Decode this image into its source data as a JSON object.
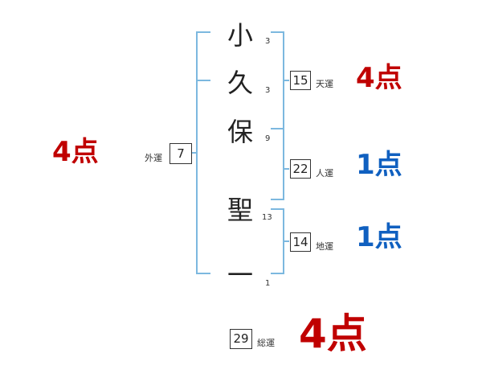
{
  "name_chars": [
    {
      "char": "小",
      "strokes": "3"
    },
    {
      "char": "久",
      "strokes": "3"
    },
    {
      "char": "保",
      "strokes": "9"
    },
    {
      "char": "聖",
      "strokes": "13"
    },
    {
      "char": "一",
      "strokes": "1"
    }
  ],
  "tenkaku": {
    "value": "15",
    "label": "天運",
    "score": "4点"
  },
  "jinkaku": {
    "value": "22",
    "label": "人運",
    "score": "1点"
  },
  "chikaku": {
    "value": "14",
    "label": "地運",
    "score": "1点"
  },
  "gaikaku": {
    "value": "7",
    "label": "外運",
    "score": "4点"
  },
  "soukaku": {
    "value": "29",
    "label": "総運",
    "score": "4点"
  },
  "colors": {
    "bracket": "#7cb8df",
    "good": "#c00000",
    "bad": "#1060c0"
  }
}
